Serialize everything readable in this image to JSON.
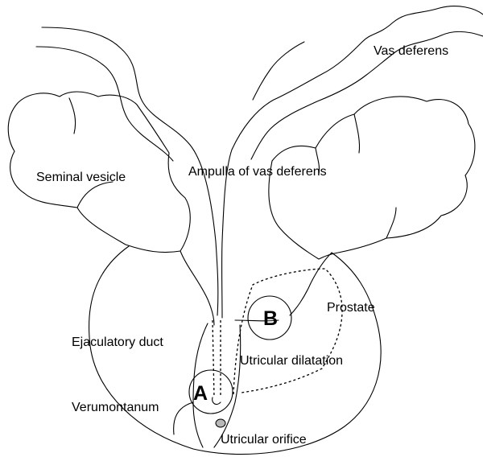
{
  "labels": {
    "vas_deferens": "Vas deferens",
    "seminal_vesicle": "Seminal vesicle",
    "ampulla": "Ampulla of vas deferens",
    "prostate": "Prostate",
    "ejaculatory_duct": "Ejaculatory duct",
    "utricular_dilatation": "Utricular dilatation",
    "verumontanum": "Verumontanum",
    "utricular_orifice": "Utricular orifice"
  },
  "markers": {
    "a": "A",
    "b": "B"
  },
  "colors": {
    "line": "#000000",
    "orifice_fill": "#b8b8b8",
    "background": "#ffffff"
  }
}
